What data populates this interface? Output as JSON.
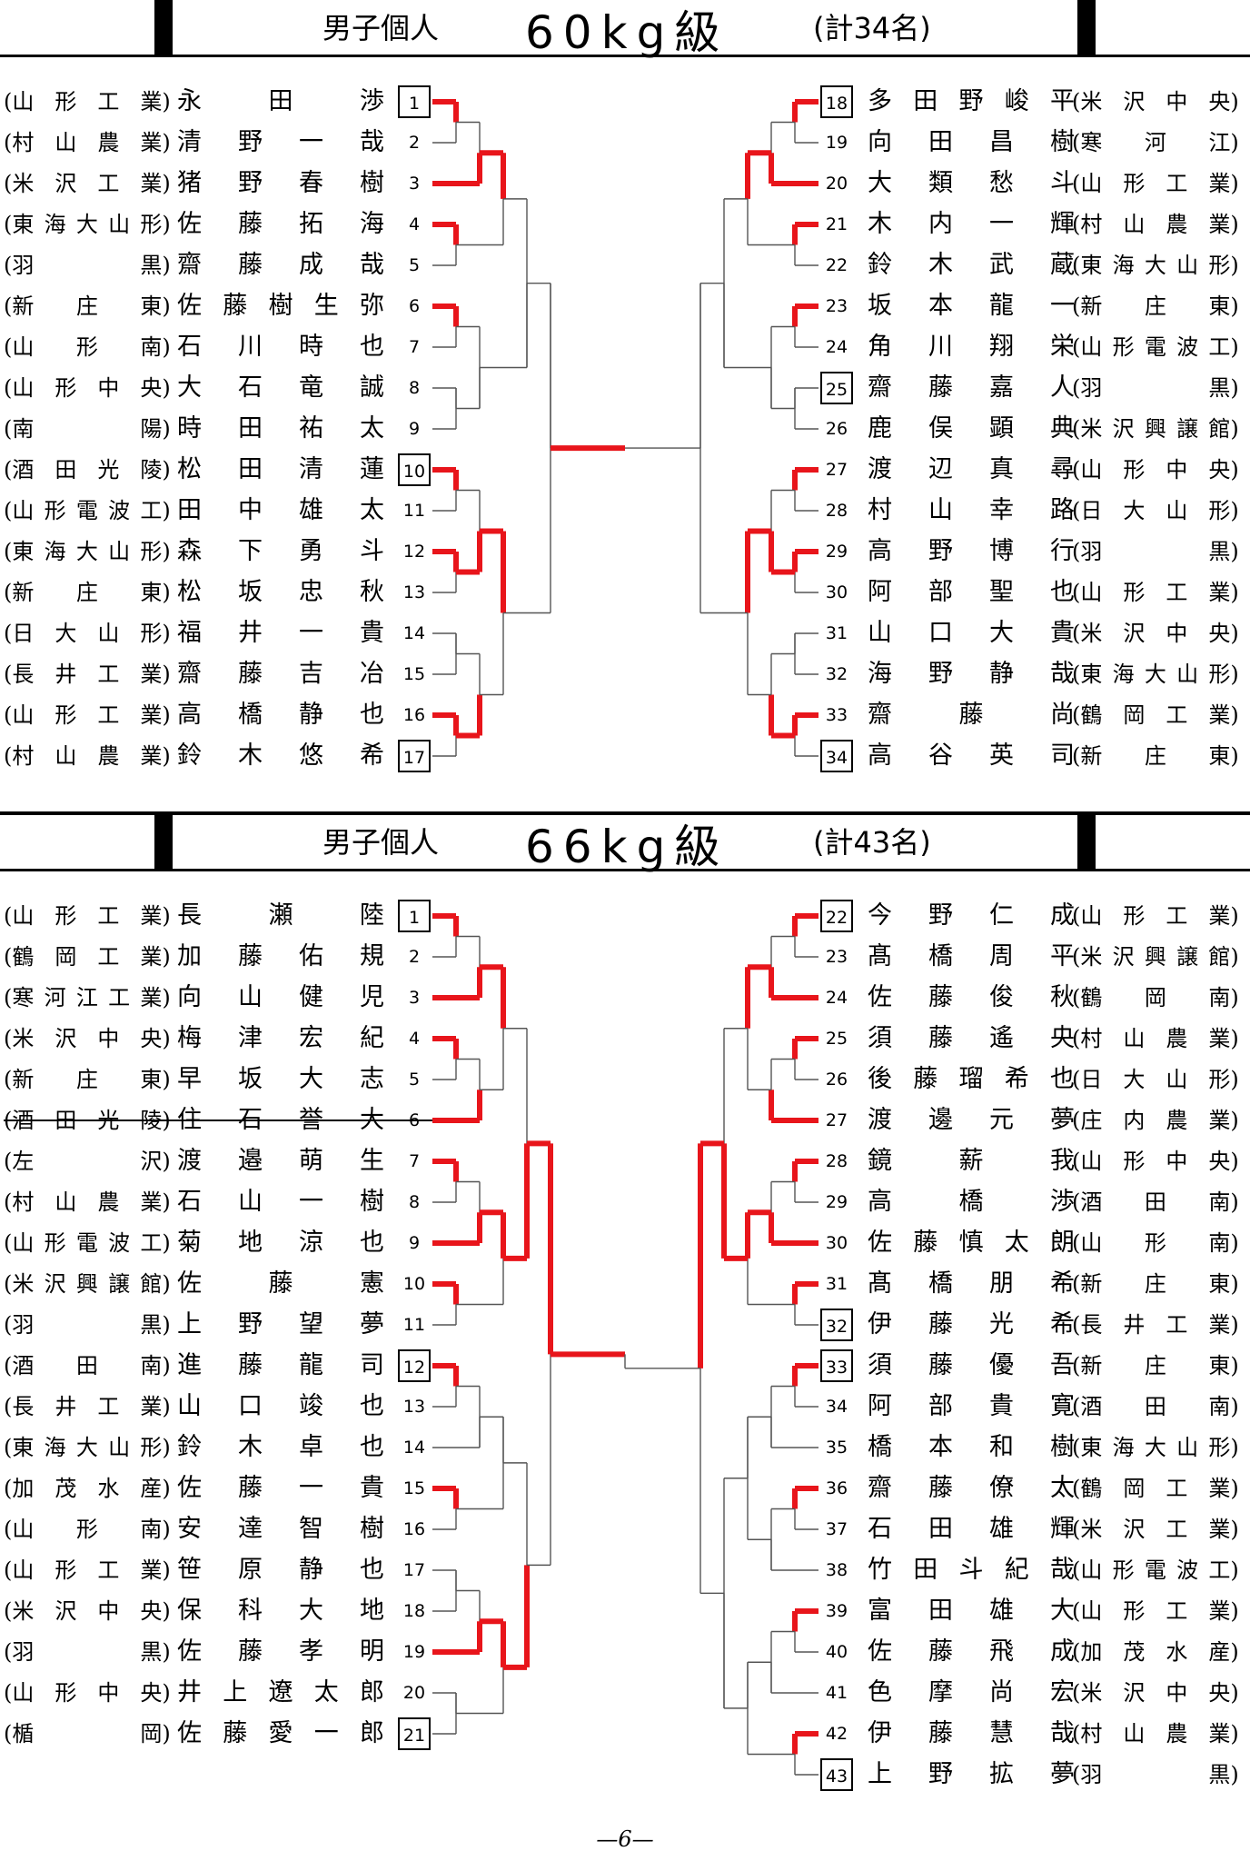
{
  "page_number": "—6—",
  "sections": [
    {
      "title": "男子個人",
      "weight": "60kg級",
      "total": "(計34名)",
      "left": [
        {
          "school": "山形工業",
          "name": "永田渉",
          "no": "1",
          "boxed": true
        },
        {
          "school": "村山農業",
          "name": "清野一哉",
          "no": "2"
        },
        {
          "school": "米沢工業",
          "name": "猪野春樹",
          "no": "3"
        },
        {
          "school": "東海大山形",
          "name": "佐藤拓海",
          "no": "4"
        },
        {
          "school": "羽黒",
          "name": "齋藤成哉",
          "no": "5"
        },
        {
          "school": "新庄東",
          "name": "佐藤樹生弥",
          "no": "6"
        },
        {
          "school": "山形南",
          "name": "石川時也",
          "no": "7"
        },
        {
          "school": "山形中央",
          "name": "大石竜誠",
          "no": "8"
        },
        {
          "school": "南陽",
          "name": "時田祐太",
          "no": "9"
        },
        {
          "school": "酒田光陵",
          "name": "松田清蓮",
          "no": "10",
          "boxed": true
        },
        {
          "school": "山形電波工",
          "name": "田中雄太",
          "no": "11"
        },
        {
          "school": "東海大山形",
          "name": "森下勇斗",
          "no": "12"
        },
        {
          "school": "新庄東",
          "name": "松坂忠秋",
          "no": "13"
        },
        {
          "school": "日大山形",
          "name": "福井一貴",
          "no": "14"
        },
        {
          "school": "長井工業",
          "name": "齋藤吉冶",
          "no": "15"
        },
        {
          "school": "山形工業",
          "name": "高橋静也",
          "no": "16"
        },
        {
          "school": "村山農業",
          "name": "鈴木悠希",
          "no": "17",
          "boxed": true
        }
      ],
      "right": [
        {
          "school": "米沢中央",
          "name": "多田野峻平",
          "no": "18",
          "boxed": true
        },
        {
          "school": "寒河江",
          "name": "向田昌樹",
          "no": "19"
        },
        {
          "school": "山形工業",
          "name": "大類愁斗",
          "no": "20"
        },
        {
          "school": "村山農業",
          "name": "木内一輝",
          "no": "21"
        },
        {
          "school": "東海大山形",
          "name": "鈴木武蔵",
          "no": "22"
        },
        {
          "school": "新庄東",
          "name": "坂本龍一",
          "no": "23"
        },
        {
          "school": "山形電波工",
          "name": "角川翔栄",
          "no": "24"
        },
        {
          "school": "羽黒",
          "name": "齋藤嘉人",
          "no": "25",
          "boxed": true
        },
        {
          "school": "米沢興譲館",
          "name": "鹿俣顕典",
          "no": "26"
        },
        {
          "school": "山形中央",
          "name": "渡辺真尋",
          "no": "27"
        },
        {
          "school": "日大山形",
          "name": "村山幸路",
          "no": "28"
        },
        {
          "school": "羽黒",
          "name": "高野博行",
          "no": "29"
        },
        {
          "school": "山形工業",
          "name": "阿部聖也",
          "no": "30"
        },
        {
          "school": "米沢中央",
          "name": "山口大貴",
          "no": "31"
        },
        {
          "school": "東海大山形",
          "name": "海野静哉",
          "no": "32"
        },
        {
          "school": "鶴岡工業",
          "name": "齋藤尚",
          "no": "33"
        },
        {
          "school": "新庄東",
          "name": "高谷英司",
          "no": "34",
          "boxed": true
        }
      ]
    },
    {
      "title": "男子個人",
      "weight": "66kg級",
      "total": "(計43名)",
      "left": [
        {
          "school": "山形工業",
          "name": "長瀬陸",
          "no": "1",
          "boxed": true
        },
        {
          "school": "鶴岡工業",
          "name": "加藤佑規",
          "no": "2"
        },
        {
          "school": "寒河江工業",
          "name": "向山健児",
          "no": "3"
        },
        {
          "school": "米沢中央",
          "name": "梅津宏紀",
          "no": "4"
        },
        {
          "school": "新庄東",
          "name": "早坂大志",
          "no": "5"
        },
        {
          "school": "酒田光陵",
          "name": "住石誉大",
          "no": "6",
          "struck": true
        },
        {
          "school": "左沢",
          "name": "渡邉萌生",
          "no": "7"
        },
        {
          "school": "村山農業",
          "name": "石山一樹",
          "no": "8"
        },
        {
          "school": "山形電波工",
          "name": "菊地涼也",
          "no": "9"
        },
        {
          "school": "米沢興譲館",
          "name": "佐藤憲",
          "no": "10"
        },
        {
          "school": "羽黒",
          "name": "上野望夢",
          "no": "11"
        },
        {
          "school": "酒田南",
          "name": "進藤龍司",
          "no": "12",
          "boxed": true
        },
        {
          "school": "長井工業",
          "name": "山口竣也",
          "no": "13"
        },
        {
          "school": "東海大山形",
          "name": "鈴木卓也",
          "no": "14"
        },
        {
          "school": "加茂水産",
          "name": "佐藤一貴",
          "no": "15"
        },
        {
          "school": "山形南",
          "name": "安達智樹",
          "no": "16"
        },
        {
          "school": "山形工業",
          "name": "笹原静也",
          "no": "17"
        },
        {
          "school": "米沢中央",
          "name": "保科大地",
          "no": "18"
        },
        {
          "school": "羽黒",
          "name": "佐藤孝明",
          "no": "19"
        },
        {
          "school": "山形中央",
          "name": "井上遼太郎",
          "no": "20"
        },
        {
          "school": "楯岡",
          "name": "佐藤愛一郎",
          "no": "21",
          "boxed": true
        }
      ],
      "right": [
        {
          "school": "山形工業",
          "name": "今野仁成",
          "no": "22",
          "boxed": true
        },
        {
          "school": "米沢興譲館",
          "name": "髙橋周平",
          "no": "23"
        },
        {
          "school": "鶴岡南",
          "name": "佐藤俊秋",
          "no": "24"
        },
        {
          "school": "村山農業",
          "name": "須藤遙央",
          "no": "25"
        },
        {
          "school": "日大山形",
          "name": "後藤瑠希也",
          "no": "26"
        },
        {
          "school": "庄内農業",
          "name": "渡邊元夢",
          "no": "27"
        },
        {
          "school": "山形中央",
          "name": "鏡薪我",
          "no": "28"
        },
        {
          "school": "酒田南",
          "name": "高橋渉",
          "no": "29"
        },
        {
          "school": "山形南",
          "name": "佐藤慎太朗",
          "no": "30"
        },
        {
          "school": "新庄東",
          "name": "髙橋朋希",
          "no": "31"
        },
        {
          "school": "長井工業",
          "name": "伊藤光希",
          "no": "32",
          "boxed": true
        },
        {
          "school": "新庄東",
          "name": "須藤優吾",
          "no": "33",
          "boxed": true
        },
        {
          "school": "酒田南",
          "name": "阿部貴寛",
          "no": "34"
        },
        {
          "school": "東海大山形",
          "name": "橋本和樹",
          "no": "35"
        },
        {
          "school": "鶴岡工業",
          "name": "齋藤僚太",
          "no": "36"
        },
        {
          "school": "米沢工業",
          "name": "石田雄輝",
          "no": "37"
        },
        {
          "school": "山形電波工",
          "name": "竹田斗紀哉",
          "no": "38"
        },
        {
          "school": "山形工業",
          "name": "富田雄大",
          "no": "39"
        },
        {
          "school": "加茂水産",
          "name": "佐藤飛成",
          "no": "40"
        },
        {
          "school": "米沢中央",
          "name": "色摩尚宏",
          "no": "41"
        },
        {
          "school": "村山農業",
          "name": "伊藤慧哉",
          "no": "42"
        },
        {
          "school": "羽黒",
          "name": "上野拡夢",
          "no": "43",
          "boxed": true
        }
      ]
    }
  ]
}
